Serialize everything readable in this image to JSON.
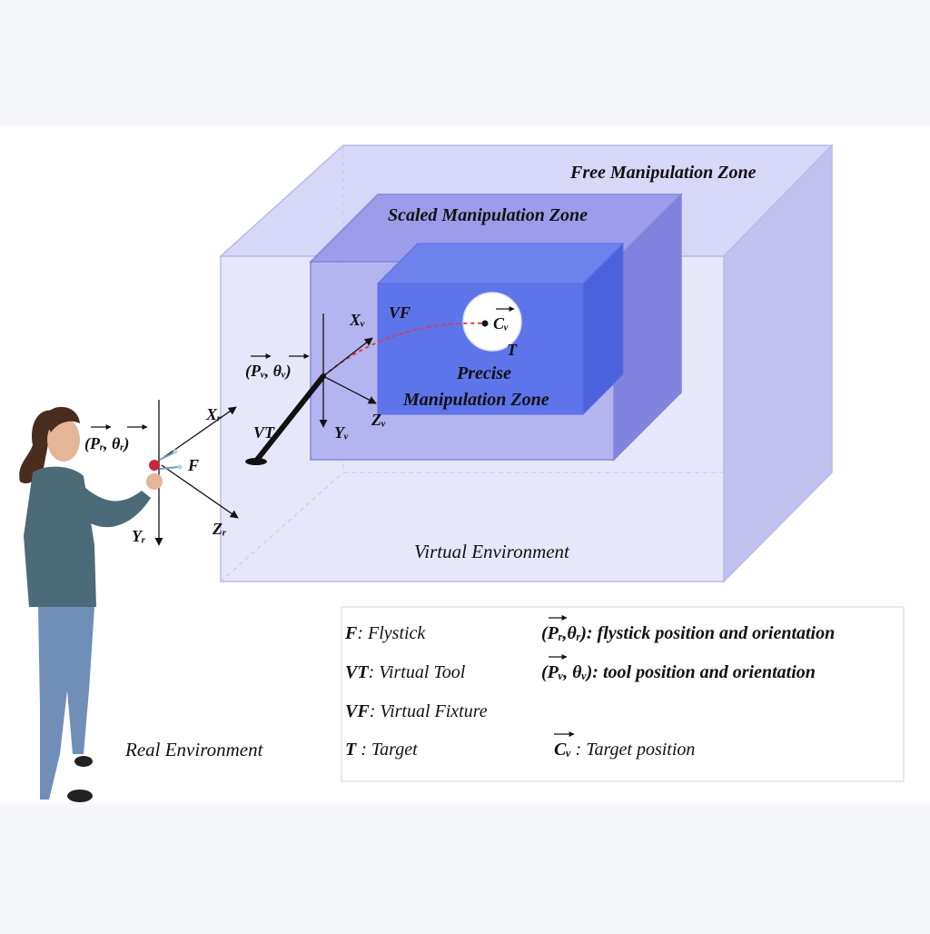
{
  "zones": {
    "free": "Free Manipulation Zone",
    "scaled": "Scaled Manipulation Zone",
    "precise_line1": "Precise",
    "precise_line2": "Manipulation Zone",
    "virtual_env": "Virtual Environment",
    "real_env": "Real Environment"
  },
  "virtual": {
    "pose": "(Pᵥ, θᵥ)",
    "axis_x": "Xᵥ",
    "axis_y": "Yᵥ",
    "axis_z": "Zᵥ",
    "vt": "VT",
    "vf": "VF",
    "target_center": "Cᵥ",
    "target": "T"
  },
  "real": {
    "pose": "(Pᵣ, θᵣ)",
    "axis_x": "Xᵣ",
    "axis_y": "Yᵣ",
    "axis_z": "Zᵣ",
    "flystick": "F"
  },
  "legend": {
    "items": [
      {
        "key": "F",
        "desc": ": Flystick"
      },
      {
        "key": "VT",
        "desc": ": Virtual Tool"
      },
      {
        "key": "VF",
        "desc": ": Virtual Fixture"
      },
      {
        "key": "T",
        "desc": " :  Target"
      }
    ],
    "symbols": [
      {
        "sym": "(Pᵣ,θᵣ)",
        "desc": ": flystick position and orientation"
      },
      {
        "sym": "(Pᵥ, θᵥ)",
        "desc": ": tool position and orientation"
      },
      {
        "sym": "Cᵥ",
        "desc": " : Target position"
      }
    ]
  },
  "colors": {
    "free_zone": "#c9c9f4",
    "scaled_zone": "#8f8fe6",
    "precise_zone": "#5b72ea",
    "target_fill": "#ffffff",
    "trajectory": "#e23b4a"
  }
}
